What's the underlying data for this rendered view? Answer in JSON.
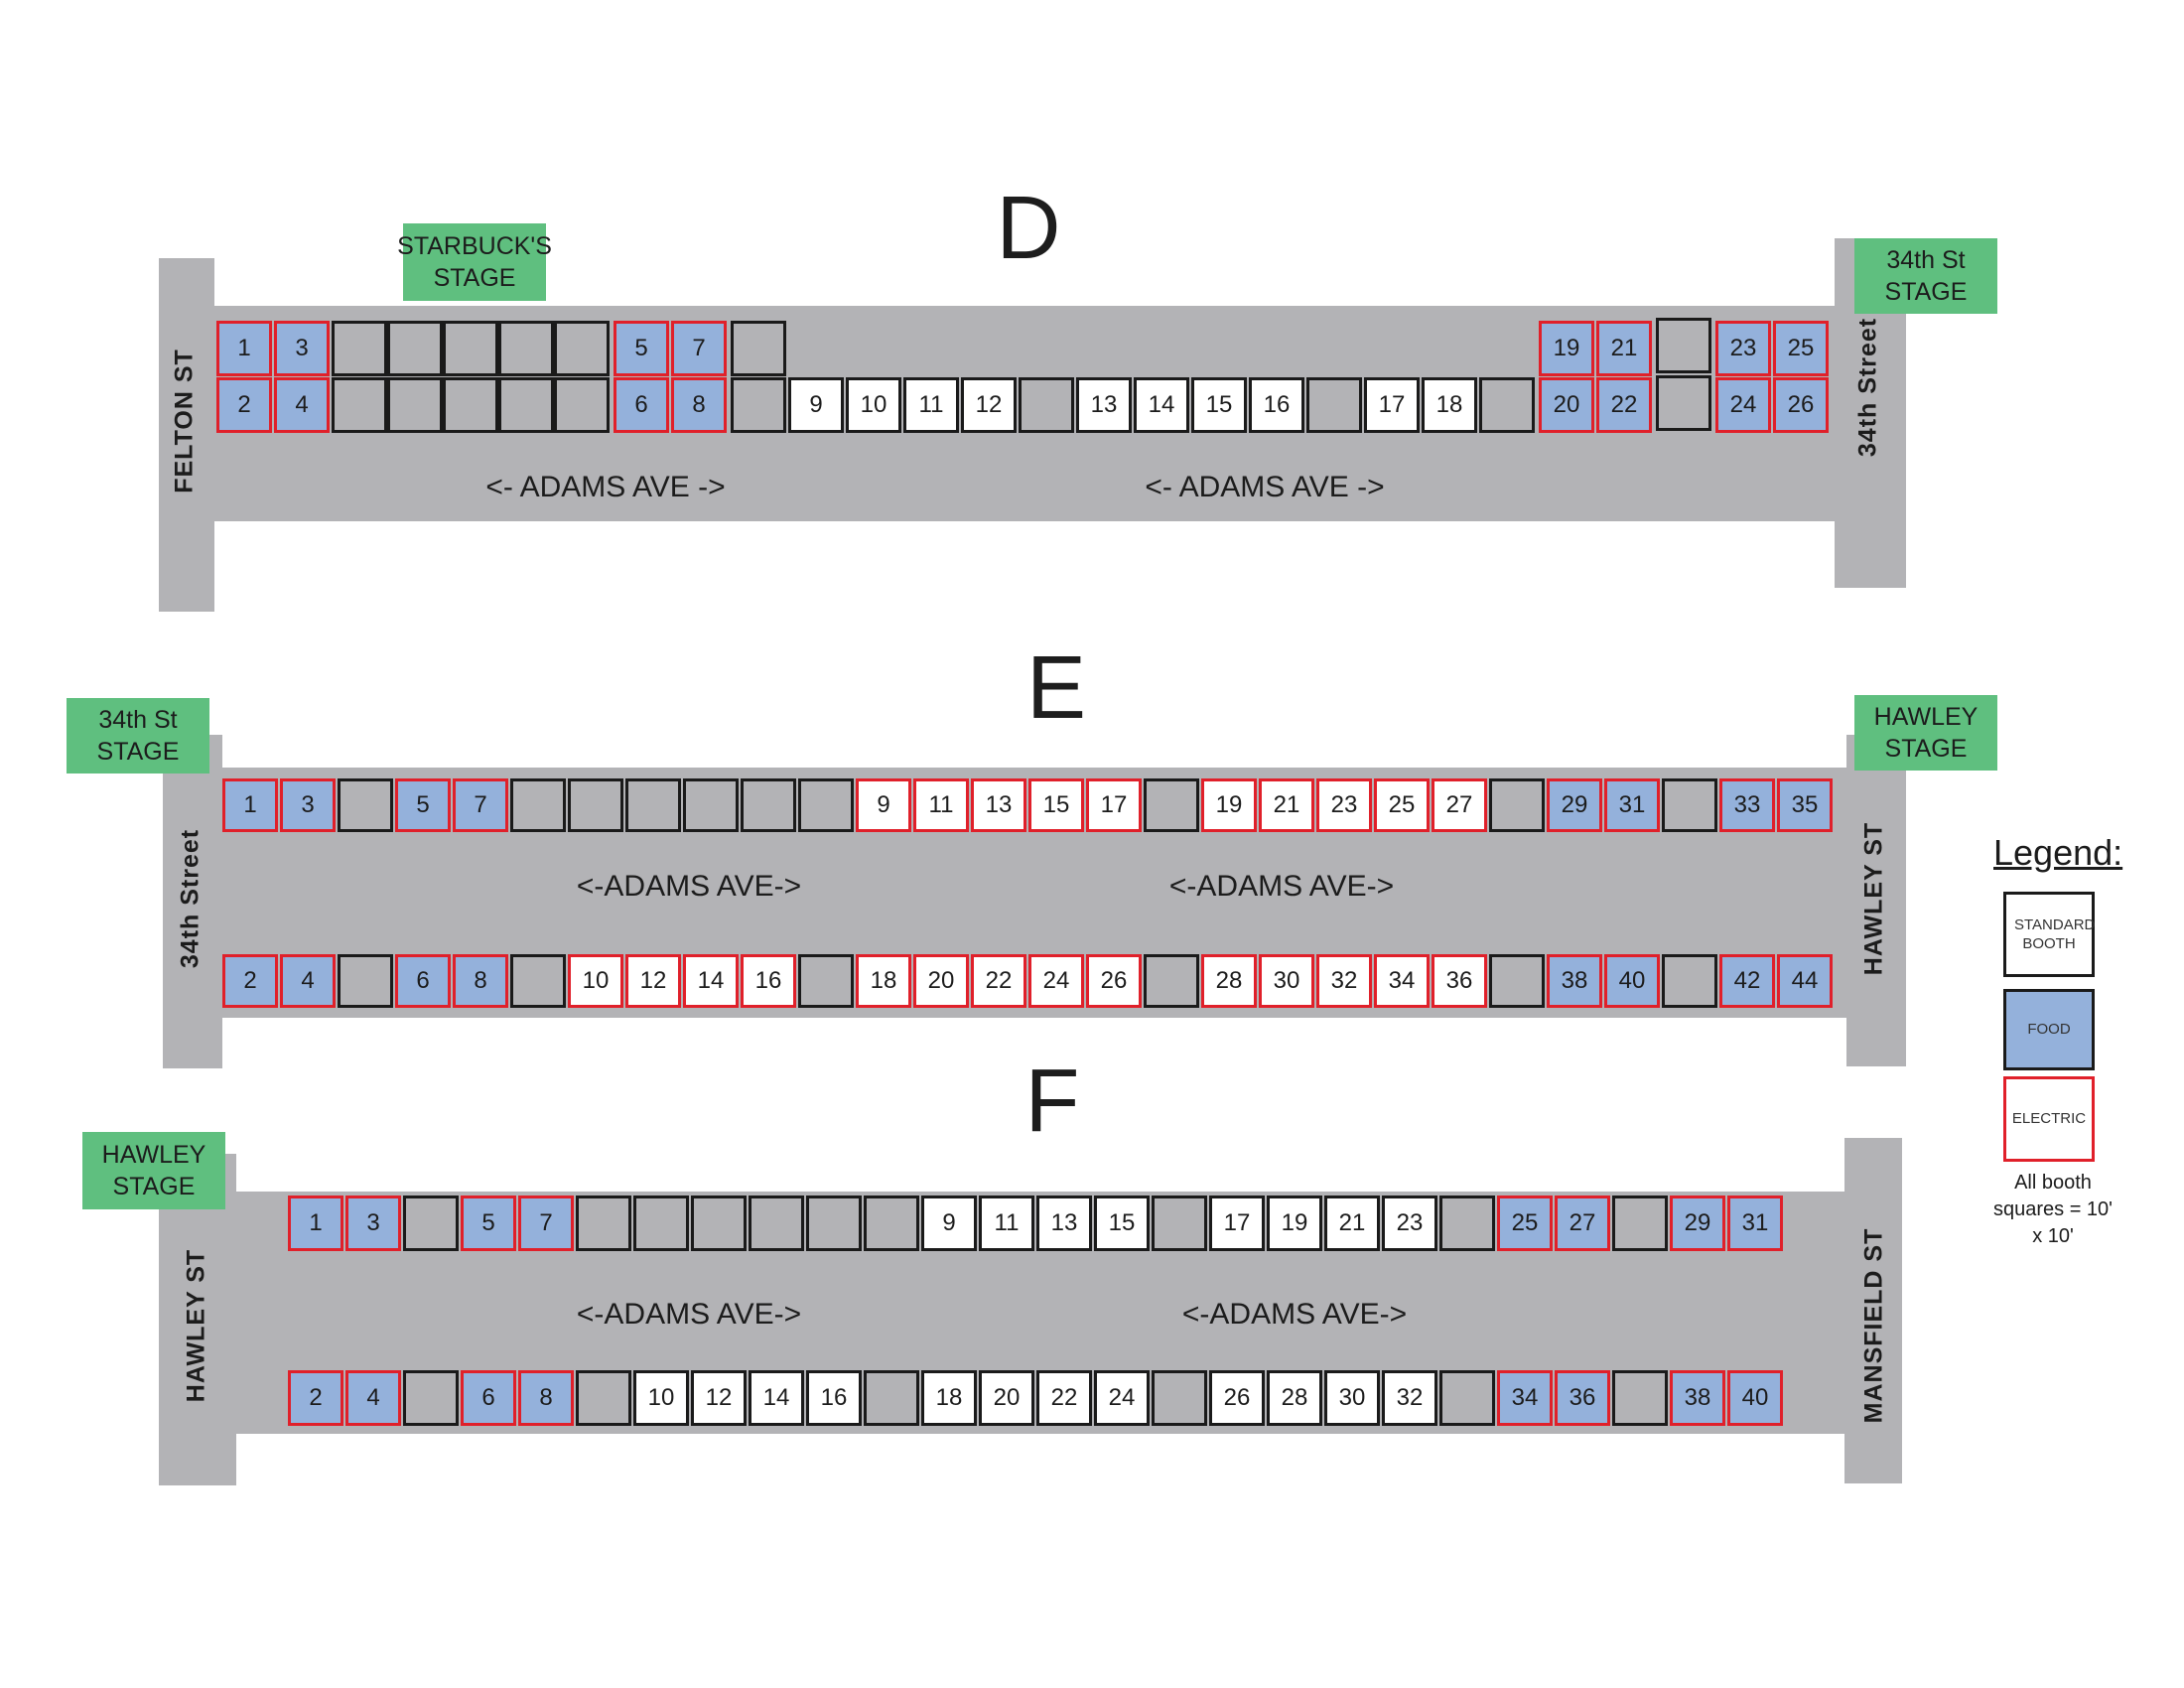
{
  "sections": [
    {
      "title": "D",
      "streets": [
        "FELTON ST",
        "34th Street"
      ],
      "stages": [
        {
          "id": "starbucks",
          "lines": [
            "STARBUCK'S",
            "STAGE"
          ]
        },
        {
          "id": "34th-st",
          "lines": [
            "34th St",
            "STAGE"
          ]
        }
      ],
      "avenue_labels": [
        "<- ADAMS AVE ->",
        "<- ADAMS AVE ->"
      ],
      "booths": [
        {
          "n": "1",
          "t": "food"
        },
        {
          "n": "3",
          "t": "food"
        },
        {
          "n": "2",
          "t": "food"
        },
        {
          "n": "4",
          "t": "food"
        },
        {
          "n": "",
          "t": "standard"
        },
        {
          "n": "",
          "t": "standard"
        },
        {
          "n": "",
          "t": "standard"
        },
        {
          "n": "",
          "t": "standard"
        },
        {
          "n": "",
          "t": "standard"
        },
        {
          "n": "",
          "t": "standard"
        },
        {
          "n": "",
          "t": "standard"
        },
        {
          "n": "",
          "t": "standard"
        },
        {
          "n": "",
          "t": "standard"
        },
        {
          "n": "",
          "t": "standard"
        },
        {
          "n": "5",
          "t": "food"
        },
        {
          "n": "7",
          "t": "food"
        },
        {
          "n": "6",
          "t": "food"
        },
        {
          "n": "8",
          "t": "food"
        },
        {
          "n": "",
          "t": "standard"
        },
        {
          "n": "",
          "t": "standard"
        },
        {
          "n": "9",
          "t": "plain"
        },
        {
          "n": "10",
          "t": "plain"
        },
        {
          "n": "11",
          "t": "plain"
        },
        {
          "n": "12",
          "t": "plain"
        },
        {
          "n": "",
          "t": "standard"
        },
        {
          "n": "13",
          "t": "plain"
        },
        {
          "n": "14",
          "t": "plain"
        },
        {
          "n": "15",
          "t": "plain"
        },
        {
          "n": "16",
          "t": "plain"
        },
        {
          "n": "",
          "t": "standard"
        },
        {
          "n": "17",
          "t": "plain"
        },
        {
          "n": "18",
          "t": "plain"
        },
        {
          "n": "",
          "t": "standard"
        },
        {
          "n": "19",
          "t": "food"
        },
        {
          "n": "21",
          "t": "food"
        },
        {
          "n": "20",
          "t": "food"
        },
        {
          "n": "22",
          "t": "food"
        },
        {
          "n": "",
          "t": "standard"
        },
        {
          "n": "",
          "t": "standard"
        },
        {
          "n": "23",
          "t": "food"
        },
        {
          "n": "25",
          "t": "food"
        },
        {
          "n": "24",
          "t": "food"
        },
        {
          "n": "26",
          "t": "food"
        }
      ]
    },
    {
      "title": "E",
      "streets": [
        "34th Street",
        "HAWLEY ST"
      ],
      "stages": [
        {
          "id": "34th-st",
          "lines": [
            "34th St",
            "STAGE"
          ]
        },
        {
          "id": "hawley",
          "lines": [
            "HAWLEY",
            "STAGE"
          ]
        }
      ],
      "avenue_labels": [
        "<-ADAMS AVE->",
        "<-ADAMS AVE->"
      ],
      "booths": [
        {
          "n": "1",
          "t": "food"
        },
        {
          "n": "3",
          "t": "food"
        },
        {
          "n": "",
          "t": "standard"
        },
        {
          "n": "5",
          "t": "food"
        },
        {
          "n": "7",
          "t": "food"
        },
        {
          "n": "",
          "t": "standard"
        },
        {
          "n": "",
          "t": "standard"
        },
        {
          "n": "",
          "t": "standard"
        },
        {
          "n": "",
          "t": "standard"
        },
        {
          "n": "",
          "t": "standard"
        },
        {
          "n": "",
          "t": "standard"
        },
        {
          "n": "9",
          "t": "electric"
        },
        {
          "n": "11",
          "t": "electric"
        },
        {
          "n": "13",
          "t": "electric"
        },
        {
          "n": "15",
          "t": "electric"
        },
        {
          "n": "17",
          "t": "electric"
        },
        {
          "n": "",
          "t": "standard"
        },
        {
          "n": "19",
          "t": "electric"
        },
        {
          "n": "21",
          "t": "electric"
        },
        {
          "n": "23",
          "t": "electric"
        },
        {
          "n": "25",
          "t": "electric"
        },
        {
          "n": "27",
          "t": "electric"
        },
        {
          "n": "",
          "t": "standard"
        },
        {
          "n": "29",
          "t": "food"
        },
        {
          "n": "31",
          "t": "food"
        },
        {
          "n": "",
          "t": "standard"
        },
        {
          "n": "33",
          "t": "food"
        },
        {
          "n": "35",
          "t": "food"
        },
        {
          "n": "2",
          "t": "food"
        },
        {
          "n": "4",
          "t": "food"
        },
        {
          "n": "",
          "t": "standard"
        },
        {
          "n": "6",
          "t": "food"
        },
        {
          "n": "8",
          "t": "food"
        },
        {
          "n": "",
          "t": "standard"
        },
        {
          "n": "10",
          "t": "electric"
        },
        {
          "n": "12",
          "t": "electric"
        },
        {
          "n": "14",
          "t": "electric"
        },
        {
          "n": "16",
          "t": "electric"
        },
        {
          "n": "",
          "t": "standard"
        },
        {
          "n": "18",
          "t": "electric"
        },
        {
          "n": "20",
          "t": "electric"
        },
        {
          "n": "22",
          "t": "electric"
        },
        {
          "n": "24",
          "t": "electric"
        },
        {
          "n": "26",
          "t": "electric"
        },
        {
          "n": "",
          "t": "standard"
        },
        {
          "n": "28",
          "t": "electric"
        },
        {
          "n": "30",
          "t": "electric"
        },
        {
          "n": "32",
          "t": "electric"
        },
        {
          "n": "34",
          "t": "electric"
        },
        {
          "n": "36",
          "t": "electric"
        },
        {
          "n": "",
          "t": "standard"
        },
        {
          "n": "38",
          "t": "food"
        },
        {
          "n": "40",
          "t": "food"
        },
        {
          "n": "",
          "t": "standard"
        },
        {
          "n": "42",
          "t": "food"
        },
        {
          "n": "44",
          "t": "food"
        }
      ]
    },
    {
      "title": "F",
      "streets": [
        "HAWLEY ST",
        "MANSFIELD ST"
      ],
      "stages": [
        {
          "id": "hawley",
          "lines": [
            "HAWLEY",
            "STAGE"
          ]
        }
      ],
      "avenue_labels": [
        "<-ADAMS AVE->",
        "<-ADAMS AVE->"
      ],
      "booths": [
        {
          "n": "1",
          "t": "food"
        },
        {
          "n": "3",
          "t": "food"
        },
        {
          "n": "",
          "t": "standard"
        },
        {
          "n": "5",
          "t": "food"
        },
        {
          "n": "7",
          "t": "food"
        },
        {
          "n": "",
          "t": "standard"
        },
        {
          "n": "",
          "t": "standard"
        },
        {
          "n": "",
          "t": "standard"
        },
        {
          "n": "",
          "t": "standard"
        },
        {
          "n": "",
          "t": "standard"
        },
        {
          "n": "",
          "t": "standard"
        },
        {
          "n": "9",
          "t": "plain"
        },
        {
          "n": "11",
          "t": "plain"
        },
        {
          "n": "13",
          "t": "plain"
        },
        {
          "n": "15",
          "t": "plain"
        },
        {
          "n": "",
          "t": "standard"
        },
        {
          "n": "17",
          "t": "plain"
        },
        {
          "n": "19",
          "t": "plain"
        },
        {
          "n": "21",
          "t": "plain"
        },
        {
          "n": "23",
          "t": "plain"
        },
        {
          "n": "",
          "t": "standard"
        },
        {
          "n": "25",
          "t": "food"
        },
        {
          "n": "27",
          "t": "food"
        },
        {
          "n": "",
          "t": "standard"
        },
        {
          "n": "29",
          "t": "food"
        },
        {
          "n": "31",
          "t": "food"
        },
        {
          "n": "2",
          "t": "food"
        },
        {
          "n": "4",
          "t": "food"
        },
        {
          "n": "",
          "t": "standard"
        },
        {
          "n": "6",
          "t": "food"
        },
        {
          "n": "8",
          "t": "food"
        },
        {
          "n": "",
          "t": "standard"
        },
        {
          "n": "10",
          "t": "plain"
        },
        {
          "n": "12",
          "t": "plain"
        },
        {
          "n": "14",
          "t": "plain"
        },
        {
          "n": "16",
          "t": "plain"
        },
        {
          "n": "",
          "t": "standard"
        },
        {
          "n": "18",
          "t": "plain"
        },
        {
          "n": "20",
          "t": "plain"
        },
        {
          "n": "22",
          "t": "plain"
        },
        {
          "n": "24",
          "t": "plain"
        },
        {
          "n": "",
          "t": "standard"
        },
        {
          "n": "26",
          "t": "plain"
        },
        {
          "n": "28",
          "t": "plain"
        },
        {
          "n": "30",
          "t": "plain"
        },
        {
          "n": "32",
          "t": "plain"
        },
        {
          "n": "",
          "t": "standard"
        },
        {
          "n": "34",
          "t": "food"
        },
        {
          "n": "36",
          "t": "food"
        },
        {
          "n": "",
          "t": "standard"
        },
        {
          "n": "38",
          "t": "food"
        },
        {
          "n": "40",
          "t": "food"
        }
      ]
    }
  ],
  "legend": {
    "title": "Legend:",
    "items": [
      {
        "type": "standard",
        "label": "STANDARD BOOTH"
      },
      {
        "type": "food",
        "label": "FOOD"
      },
      {
        "type": "electric",
        "label": "ELECTRIC"
      }
    ],
    "note": "All booth squares = 10' x 10'"
  },
  "colors": {
    "road": "#b3b3b6",
    "food": "#94b1db",
    "electric_border": "#e0202a",
    "stage": "#5fbf7f",
    "standard_border": "#1a1a1a"
  }
}
